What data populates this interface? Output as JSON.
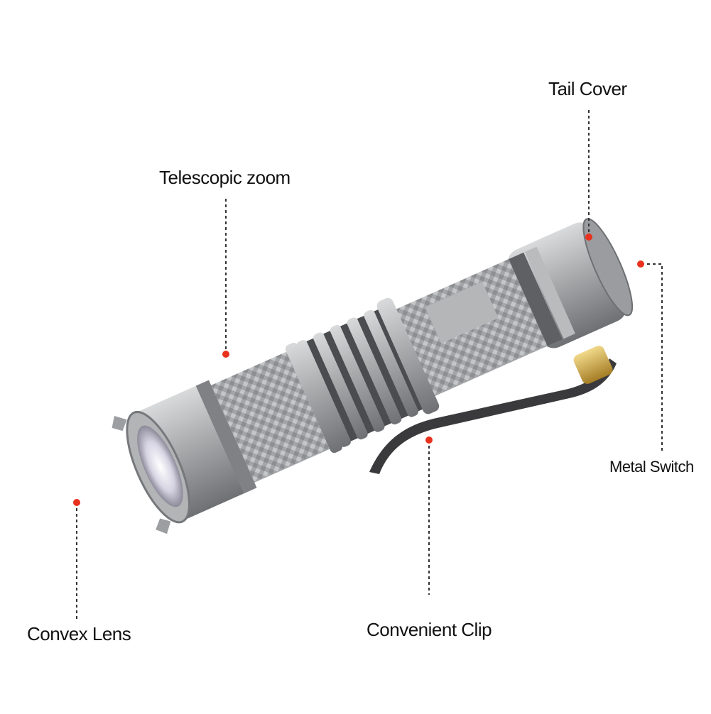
{
  "labels": {
    "tail_cover": "Tail Cover",
    "telescopic_zoom": "Telescopic zoom",
    "metal_switch": "Metal Switch",
    "convex_lens": "Convex Lens",
    "convenient_clip": "Convenient Clip"
  },
  "colors": {
    "body": "#a7a9ab",
    "body_dark": "#6e7073",
    "body_light": "#d9dadb",
    "marker": "#e8321e",
    "leader": "#333333",
    "switch": "#c9a64a"
  }
}
